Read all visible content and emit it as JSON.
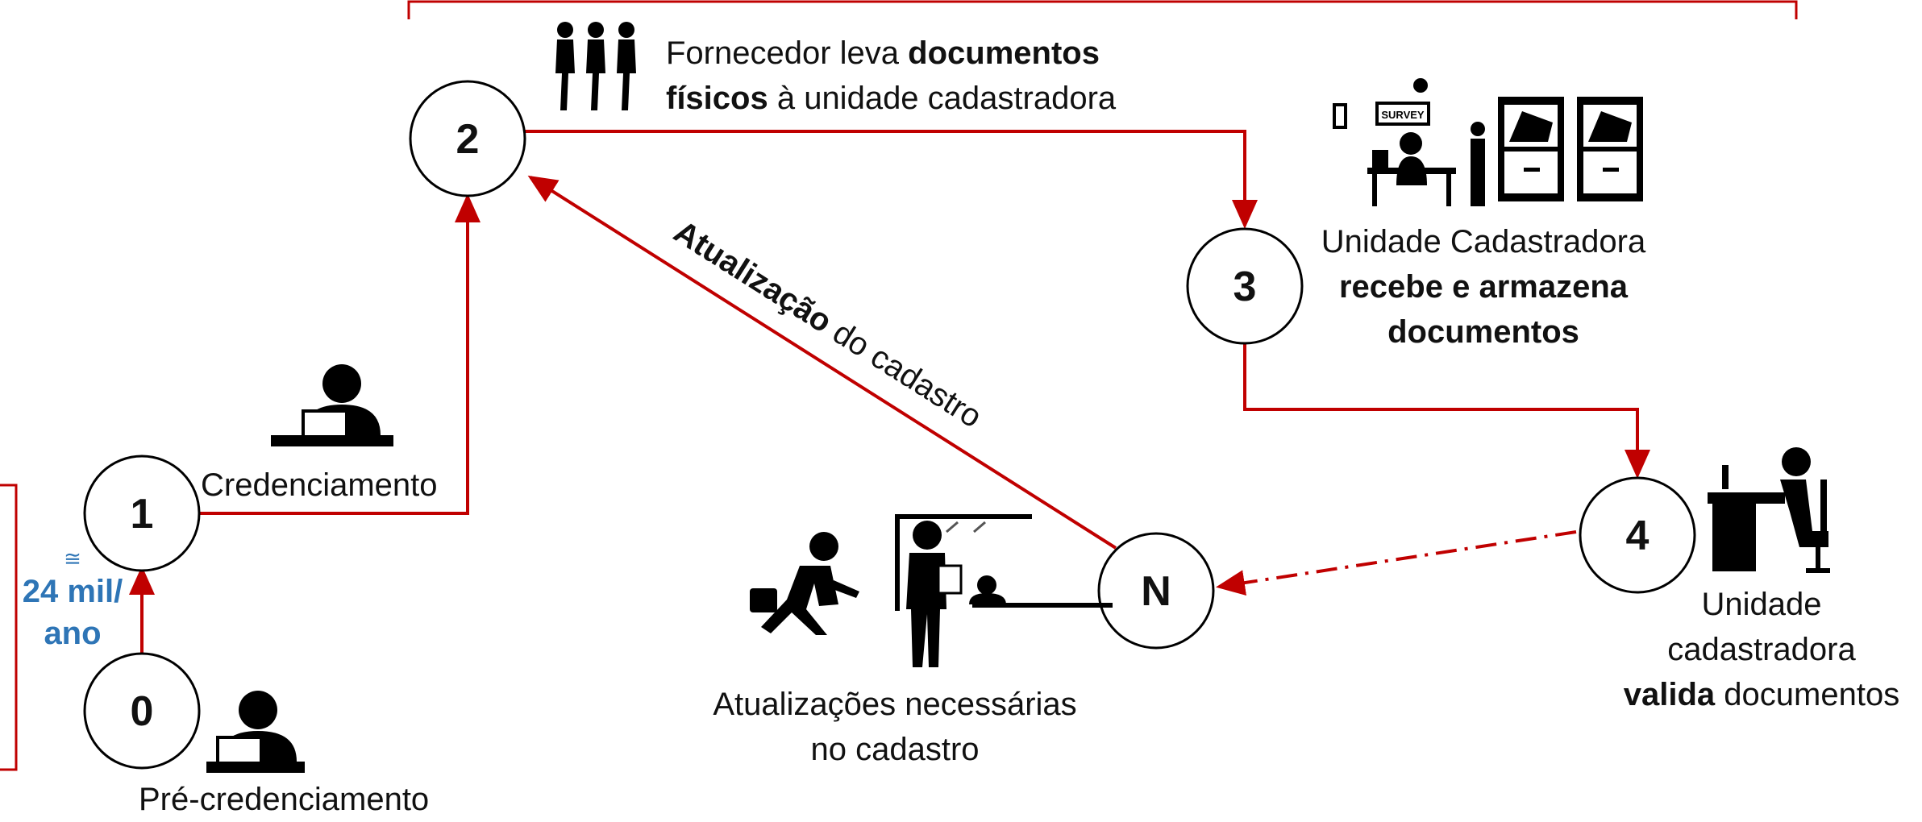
{
  "nodes": {
    "n0": "0",
    "n1": "1",
    "n2": "2",
    "n3": "3",
    "n4": "4",
    "nN": "N"
  },
  "labels": {
    "pre_credenciamento": "Pré-credenciamento",
    "credenciamento": "Credenciamento",
    "step2_part1": "Fornecedor leva ",
    "step2_bold1": "documentos",
    "step2_bold2": "físicos",
    "step2_part2": " à unidade cadastradora",
    "step3_line1": "Unidade Cadastradora",
    "step3_bold1": "recebe e armazena",
    "step3_bold2": "documentos",
    "step4_line1": "Unidade",
    "step4_line2": "cadastradora",
    "step4_bold": "valida",
    "step4_part": " documentos",
    "stepN_line1": "Atualizações necessárias",
    "stepN_line2": "no cadastro",
    "update_bold": "Atualização",
    "update_rest": " do cadastro"
  },
  "volume": {
    "approx_symbol": "≅",
    "line1": "24 mil/",
    "line2": "ano"
  },
  "colors": {
    "arrow": "#c00000",
    "accent_blue": "#2e75b6",
    "node_stroke": "#000000"
  },
  "icons": [
    "person-at-laptop-icon",
    "walking-people-icon",
    "office-survey-filing-icon",
    "person-at-desk-computer-icon",
    "running-businessman-icon",
    "service-counter-icon"
  ]
}
